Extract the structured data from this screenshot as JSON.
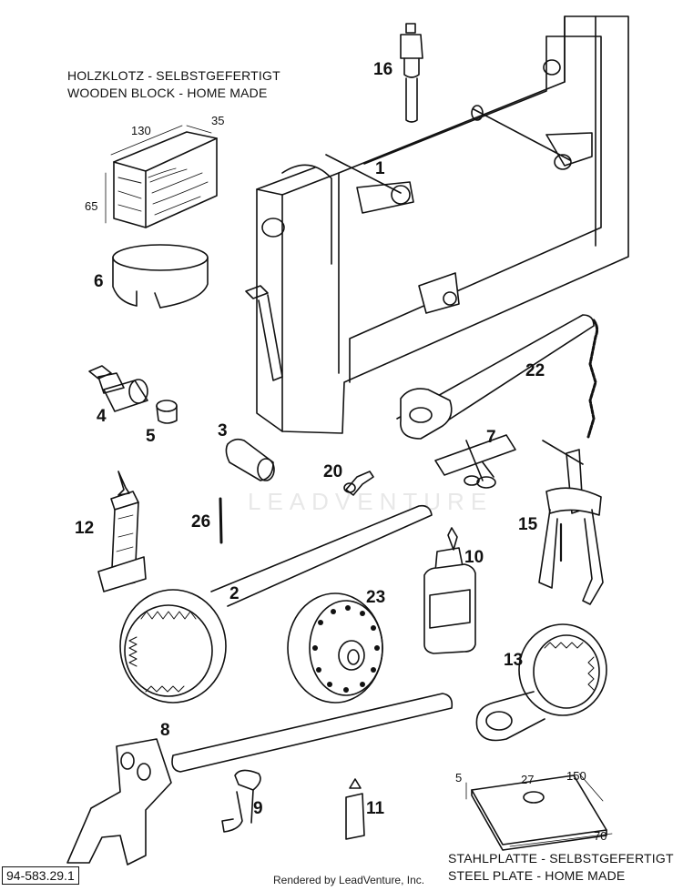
{
  "notes": {
    "wood_de": "HOLZKLOTZ - SELBSTGEFERTIGT",
    "wood_en": "WOODEN BLOCK - HOME MADE",
    "steel_de": "STAHLPLATTE - SELBSTGEFERTIGT",
    "steel_en": "STEEL PLATE - HOME MADE"
  },
  "dimensions": {
    "wood_length": "130",
    "wood_width": "35",
    "wood_height": "65",
    "plate_thickness": "5",
    "plate_hole": "27",
    "plate_length": "150",
    "plate_width": "70"
  },
  "callouts": {
    "c1": "1",
    "c2": "2",
    "c3": "3",
    "c4": "4",
    "c5": "5",
    "c6": "6",
    "c7": "7",
    "c8": "8",
    "c9": "9",
    "c10": "10",
    "c11": "11",
    "c12": "12",
    "c13": "13",
    "c15": "15",
    "c16": "16",
    "c20": "20",
    "c22": "22",
    "c23": "23",
    "c26": "26"
  },
  "document_number": "94-583.29.1",
  "credit": "Rendered by LeadVenture, Inc.",
  "watermark": "LEADVENTURE",
  "colors": {
    "ink": "#111111",
    "paper": "#ffffff",
    "watermark": "#969696"
  }
}
